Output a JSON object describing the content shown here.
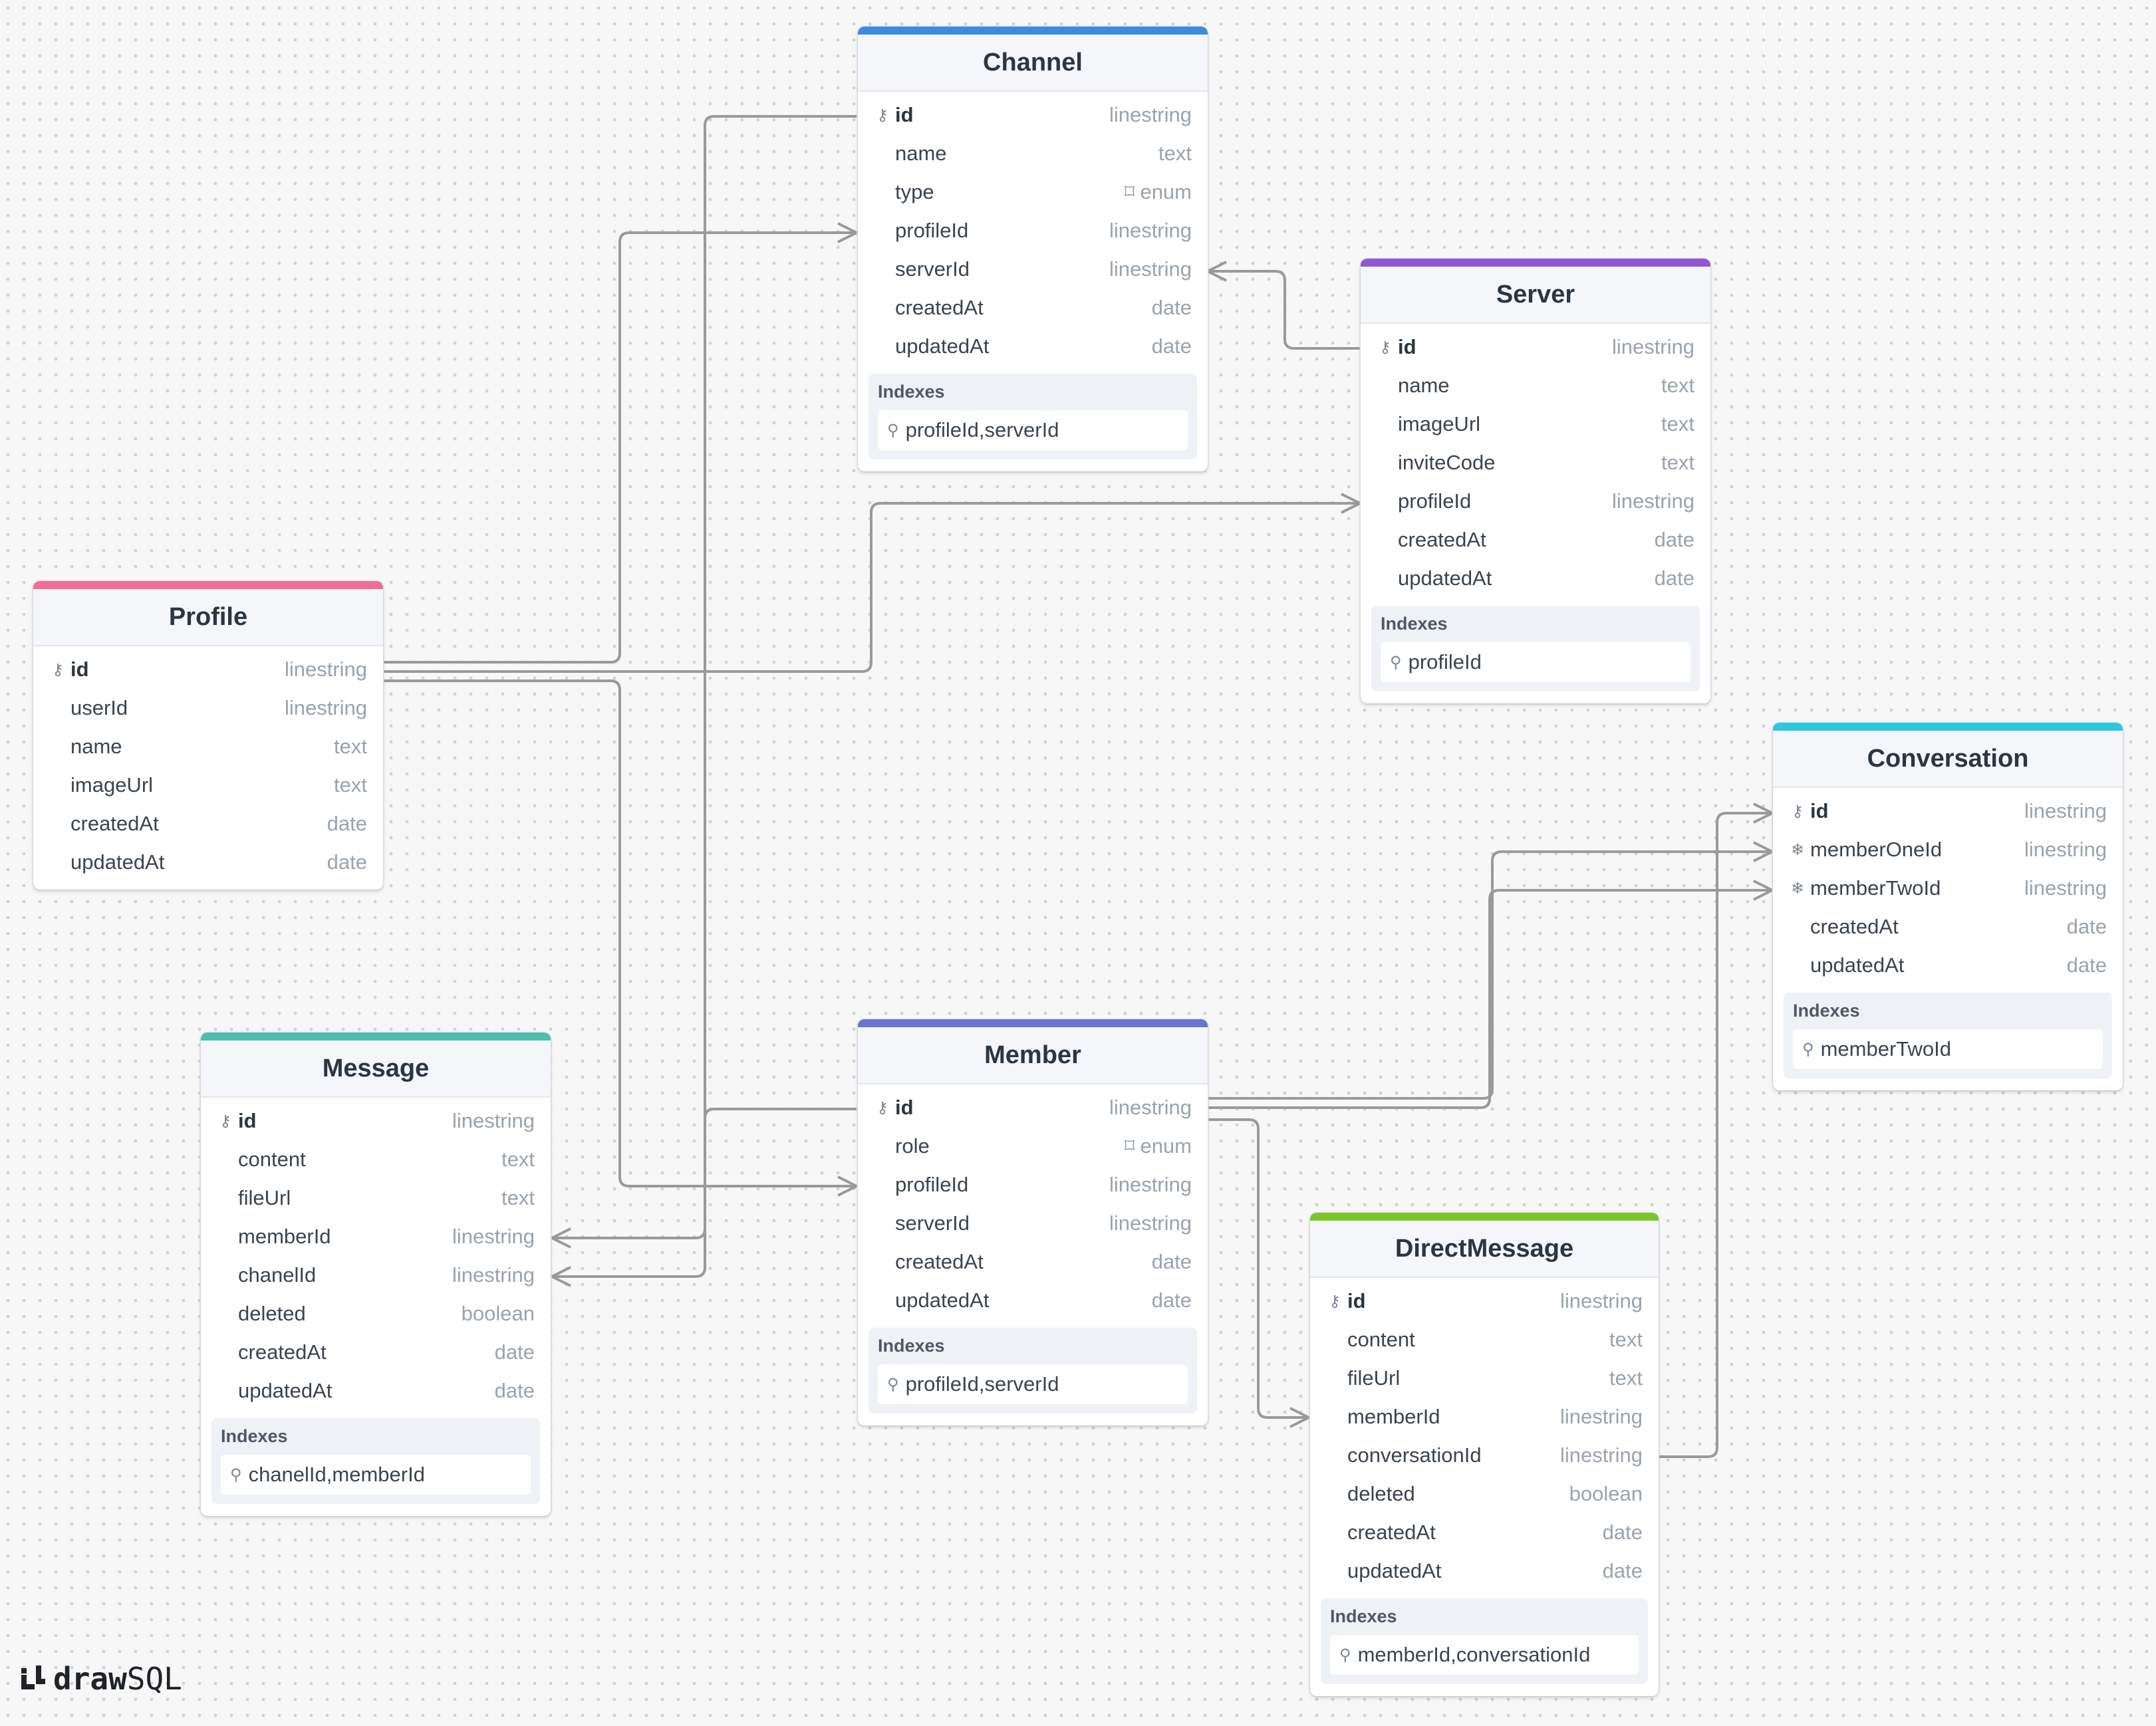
{
  "brand": {
    "bold": "draw",
    "light": "SQL"
  },
  "index_section_title": "Indexes",
  "colors": {
    "channel": "#3b8ddb",
    "server": "#8e57d6",
    "profile": "#f06d97",
    "conversation": "#2dc7e0",
    "message": "#4cbfb0",
    "member": "#6a74d1",
    "directmessage": "#7ac62a",
    "edge": "#9a9a9a"
  },
  "tables": [
    {
      "key": "channel",
      "name": "Channel",
      "color": "#3b8ddb",
      "columns": [
        {
          "name": "id",
          "type": "linestring",
          "icon": "key-icon",
          "pk": true
        },
        {
          "name": "name",
          "type": "text"
        },
        {
          "name": "type",
          "type": "enum",
          "type_icon": "enum-icon"
        },
        {
          "name": "profileId",
          "type": "linestring"
        },
        {
          "name": "serverId",
          "type": "linestring"
        },
        {
          "name": "createdAt",
          "type": "date"
        },
        {
          "name": "updatedAt",
          "type": "date"
        }
      ],
      "indexes": [
        "profileId,serverId"
      ]
    },
    {
      "key": "server",
      "name": "Server",
      "color": "#8e57d6",
      "columns": [
        {
          "name": "id",
          "type": "linestring",
          "icon": "key-icon",
          "pk": true
        },
        {
          "name": "name",
          "type": "text"
        },
        {
          "name": "imageUrl",
          "type": "text"
        },
        {
          "name": "inviteCode",
          "type": "text"
        },
        {
          "name": "profileId",
          "type": "linestring"
        },
        {
          "name": "createdAt",
          "type": "date"
        },
        {
          "name": "updatedAt",
          "type": "date"
        }
      ],
      "indexes": [
        "profileId"
      ]
    },
    {
      "key": "profile",
      "name": "Profile",
      "color": "#f06d97",
      "columns": [
        {
          "name": "id",
          "type": "linestring",
          "icon": "key-icon",
          "pk": true
        },
        {
          "name": "userId",
          "type": "linestring"
        },
        {
          "name": "name",
          "type": "text"
        },
        {
          "name": "imageUrl",
          "type": "text"
        },
        {
          "name": "createdAt",
          "type": "date"
        },
        {
          "name": "updatedAt",
          "type": "date"
        }
      ],
      "indexes": []
    },
    {
      "key": "conversation",
      "name": "Conversation",
      "color": "#2dc7e0",
      "columns": [
        {
          "name": "id",
          "type": "linestring",
          "icon": "key-icon",
          "pk": true
        },
        {
          "name": "memberOneId",
          "type": "linestring",
          "icon": "unique-icon"
        },
        {
          "name": "memberTwoId",
          "type": "linestring",
          "icon": "unique-icon"
        },
        {
          "name": "createdAt",
          "type": "date"
        },
        {
          "name": "updatedAt",
          "type": "date"
        }
      ],
      "indexes": [
        "memberTwoId"
      ]
    },
    {
      "key": "message",
      "name": "Message",
      "color": "#4cbfb0",
      "columns": [
        {
          "name": "id",
          "type": "linestring",
          "icon": "key-icon",
          "pk": true
        },
        {
          "name": "content",
          "type": "text"
        },
        {
          "name": "fileUrl",
          "type": "text"
        },
        {
          "name": "memberId",
          "type": "linestring"
        },
        {
          "name": "chanelId",
          "type": "linestring"
        },
        {
          "name": "deleted",
          "type": "boolean"
        },
        {
          "name": "createdAt",
          "type": "date"
        },
        {
          "name": "updatedAt",
          "type": "date"
        }
      ],
      "indexes": [
        "chanelId,memberId"
      ]
    },
    {
      "key": "member",
      "name": "Member",
      "color": "#6a74d1",
      "columns": [
        {
          "name": "id",
          "type": "linestring",
          "icon": "key-icon",
          "pk": true
        },
        {
          "name": "role",
          "type": "enum",
          "type_icon": "enum-icon"
        },
        {
          "name": "profileId",
          "type": "linestring"
        },
        {
          "name": "serverId",
          "type": "linestring"
        },
        {
          "name": "createdAt",
          "type": "date"
        },
        {
          "name": "updatedAt",
          "type": "date"
        }
      ],
      "indexes": [
        "profileId,serverId"
      ]
    },
    {
      "key": "directmessage",
      "name": "DirectMessage",
      "color": "#7ac62a",
      "columns": [
        {
          "name": "id",
          "type": "linestring",
          "icon": "key-icon",
          "pk": true
        },
        {
          "name": "content",
          "type": "text"
        },
        {
          "name": "fileUrl",
          "type": "text"
        },
        {
          "name": "memberId",
          "type": "linestring"
        },
        {
          "name": "conversationId",
          "type": "linestring"
        },
        {
          "name": "deleted",
          "type": "boolean"
        },
        {
          "name": "createdAt",
          "type": "date"
        },
        {
          "name": "updatedAt",
          "type": "date"
        }
      ],
      "indexes": [
        "memberId,conversationId"
      ]
    }
  ]
}
